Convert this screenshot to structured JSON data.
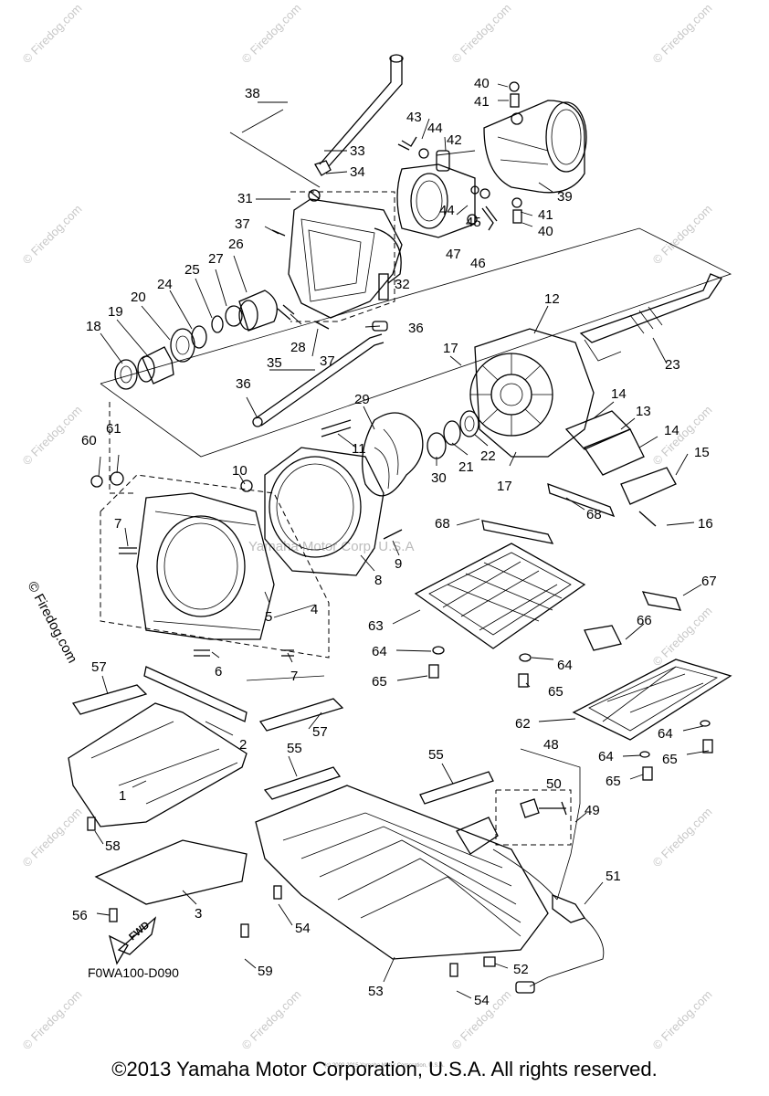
{
  "diagram": {
    "code": "F0WA100-D090",
    "fwd_label": "FWD",
    "center_watermark": "Yamaha Motor Corp, U.S.A",
    "side_watermark": "© Firedog.com",
    "edge_watermark": "© Firedog.com",
    "callouts": [
      "1",
      "2",
      "3",
      "4",
      "5",
      "6",
      "7",
      "7",
      "8",
      "9",
      "10",
      "11",
      "12",
      "13",
      "14",
      "14",
      "15",
      "16",
      "17",
      "17",
      "18",
      "19",
      "20",
      "21",
      "22",
      "23",
      "24",
      "25",
      "26",
      "27",
      "28",
      "29",
      "30",
      "31",
      "32",
      "33",
      "34",
      "35",
      "36",
      "36",
      "37",
      "37",
      "38",
      "39",
      "40",
      "40",
      "41",
      "41",
      "42",
      "43",
      "44",
      "44",
      "45",
      "46",
      "47",
      "48",
      "49",
      "50",
      "51",
      "52",
      "53",
      "54",
      "54",
      "55",
      "55",
      "56",
      "57",
      "57",
      "58",
      "59",
      "60",
      "61",
      "62",
      "63",
      "64",
      "64",
      "64",
      "64",
      "65",
      "65",
      "65",
      "65",
      "66",
      "67",
      "68",
      "68"
    ]
  },
  "footer": {
    "copyright": "©2013 Yamaha Motor Corporation, U.S.A. All rights reserved.",
    "fine_print": "(c) 2000-2015 Yamaha Motor Corporation, U.S.A."
  }
}
